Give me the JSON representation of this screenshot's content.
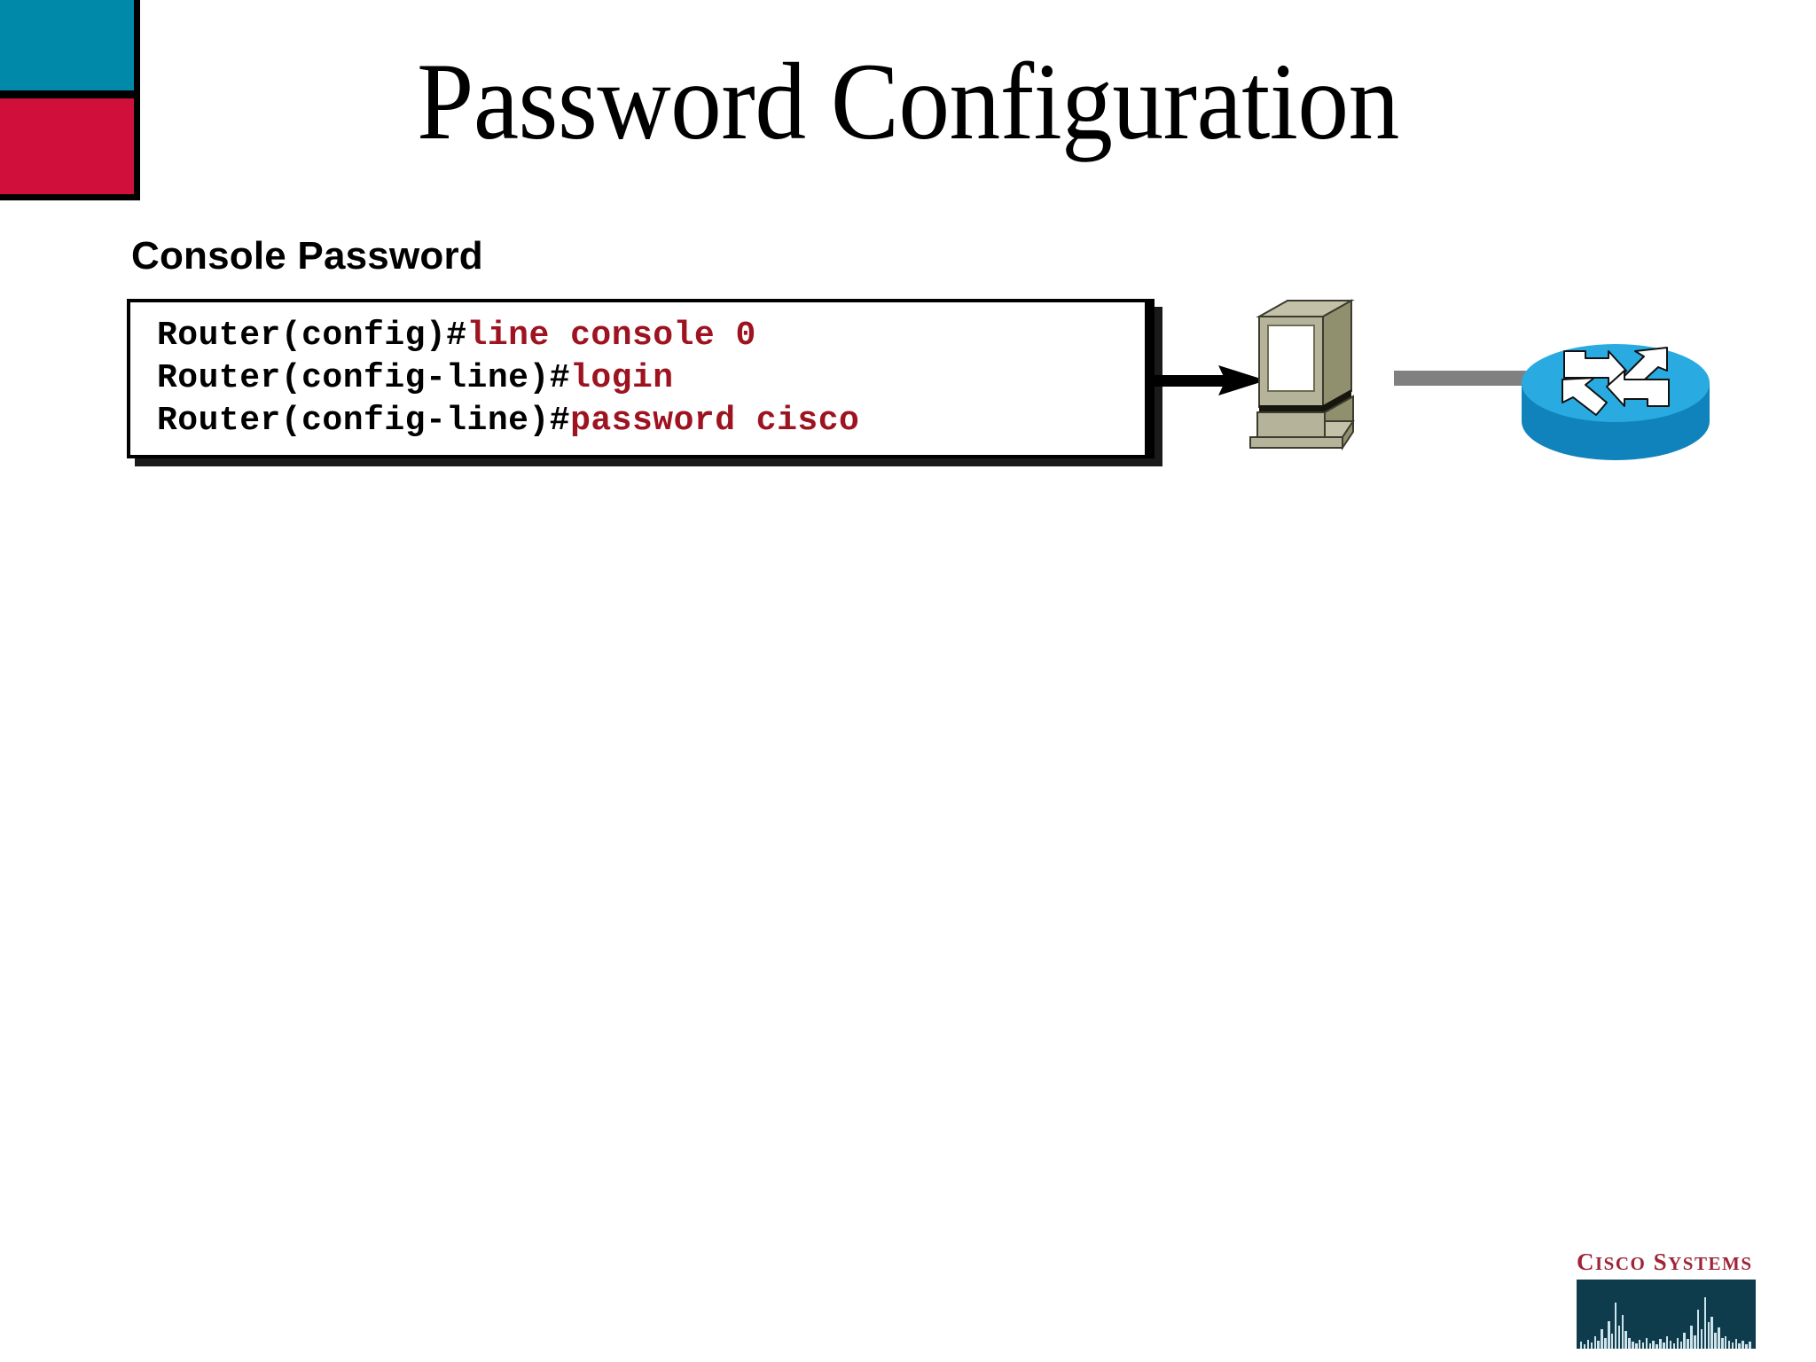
{
  "slide": {
    "title": "Password Configuration",
    "section_heading": "Console Password",
    "background_color": "#FFFFFF"
  },
  "brand_block": {
    "name": "two-tone-brand-swatch",
    "top_color": "#0089A8",
    "bottom_color": "#D0103A",
    "border_color": "#000000"
  },
  "code_box": {
    "border_color": "#000000",
    "background_color": "#FFFFFF",
    "prompt_color": "#000000",
    "command_color": "#9E1320",
    "lines": [
      {
        "prompt": "Router(config)#",
        "command": "line console 0"
      },
      {
        "prompt": "Router(config-line)#",
        "command": "login"
      },
      {
        "prompt": "Router(config-line)#",
        "command": "password cisco"
      }
    ]
  },
  "diagram": {
    "arrow_label": "arrow-right",
    "pc": {
      "name": "console-pc",
      "body_color": "#B5B49A",
      "side_color": "#8E8D74",
      "screen_color": "#FFFFFF",
      "outline_color": "#3B3B2E"
    },
    "cable": {
      "name": "console-cable",
      "color": "#808080"
    },
    "router": {
      "name": "cisco-router",
      "top_color": "#29ABE2",
      "side_color": "#1183BC",
      "arrow_color": "#FFFFFF"
    }
  },
  "cisco_logo": {
    "word_one": "C",
    "word_one_rest": "ISCO",
    "word_two": "S",
    "word_two_rest": "YSTEMS",
    "text_color": "#9E2437",
    "panel_color": "#0F3C4C",
    "bar_color": "#CFE3EA",
    "trademark": "®",
    "bar_heights": [
      8,
      5,
      10,
      7,
      14,
      9,
      22,
      12,
      31,
      17,
      52,
      26,
      38,
      20,
      12,
      8,
      6,
      10,
      7,
      12,
      6,
      9,
      5,
      11,
      7,
      14,
      9,
      6,
      12,
      8,
      18,
      11,
      26,
      15,
      44,
      22,
      58,
      30,
      36,
      18,
      24,
      12,
      14,
      9,
      7,
      11,
      6,
      9,
      5,
      8
    ]
  }
}
